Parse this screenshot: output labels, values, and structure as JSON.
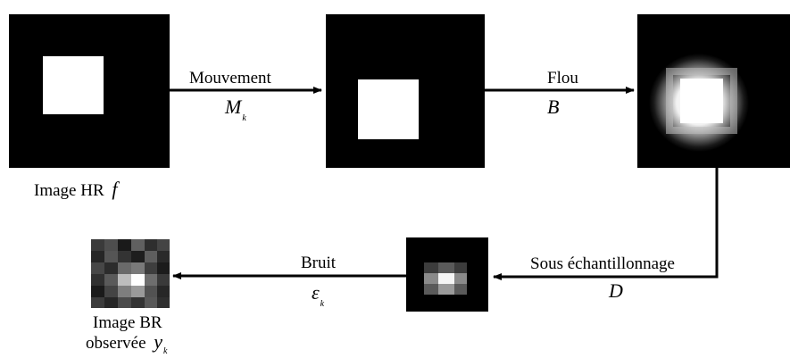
{
  "images": {
    "hr": {
      "caption_text": "Image HR",
      "caption_symbol": "f"
    },
    "lr": {
      "caption_line1": "Image BR",
      "caption_line2": "observée",
      "caption_symbol": "y",
      "caption_subscript": "k"
    }
  },
  "steps": {
    "motion": {
      "label": "Mouvement",
      "symbol": "M",
      "subscript": "k"
    },
    "blur": {
      "label": "Flou",
      "symbol": "B"
    },
    "downsample": {
      "label": "Sous échantillonnage",
      "symbol": "D"
    },
    "noise": {
      "label": "Bruit",
      "symbol": "ε",
      "subscript": "k"
    }
  },
  "colors": {
    "background": "#000000",
    "foreground": "#ffffff",
    "arrow": "#000000"
  }
}
